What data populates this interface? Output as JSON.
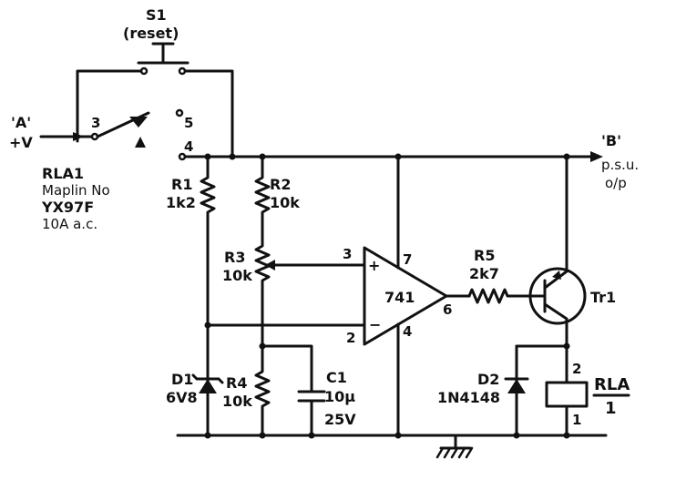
{
  "colors": {
    "ink": "#111111",
    "paper": "#ffffff"
  },
  "labels": {
    "s1": "S1",
    "s1_sub": "(reset)",
    "node_a": "'A'",
    "node_a_v": "+V",
    "node_b": "'B'",
    "node_b_psu": "p.s.u.",
    "node_b_op": "o/p",
    "rla1": "RLA1",
    "rla1_maplin": "Maplin No",
    "rla1_code": "YX97F",
    "rla1_rating": "10A a.c.",
    "pin3": "3",
    "pin4": "4",
    "pin5": "5",
    "r1": "R1",
    "r1_val": "1k2",
    "r2": "R2",
    "r2_val": "10k",
    "r3": "R3",
    "r3_val": "10k",
    "r4": "R4",
    "r4_val": "10k",
    "r5": "R5",
    "r5_val": "2k7",
    "c1": "C1",
    "c1_val": "10µ",
    "c1_volt": "25V",
    "d1": "D1",
    "d1_val": "6V8",
    "d2": "D2",
    "d2_val": "1N4148",
    "opamp": "741",
    "op_pin3": "3",
    "op_pin2": "2",
    "op_pin7": "7",
    "op_pin4": "4",
    "op_pin6": "6",
    "op_plus": "+",
    "op_minus": "−",
    "tr1": "Tr1",
    "coil_pin2": "2",
    "coil_pin1": "1",
    "rla_coil": "RLA",
    "rla_coil_num": "1"
  }
}
